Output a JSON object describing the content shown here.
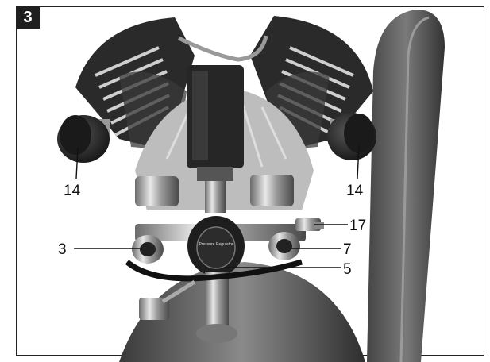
{
  "figure": {
    "number": "3",
    "callouts": {
      "left_head": "14",
      "right_head": "14",
      "left_outlet": "3",
      "right_outlet": "7",
      "regulator": "5",
      "relief_valve": "17"
    },
    "regulator_text": "Pressure Regulator"
  }
}
